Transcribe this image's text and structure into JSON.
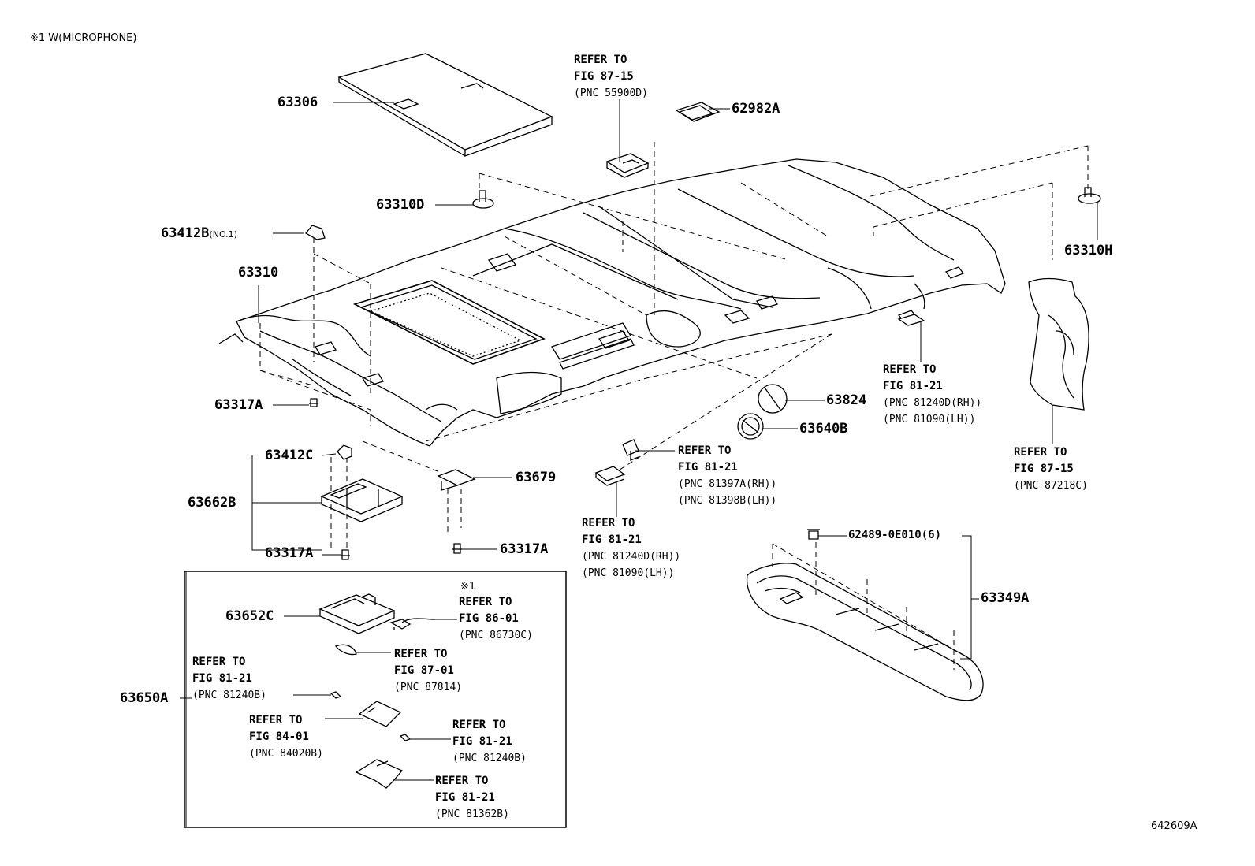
{
  "note": "※1 W(MICROPHONE)",
  "figure_id": "642609A",
  "parts": {
    "p63306": "63306",
    "p62982A": "62982A",
    "p63310D": "63310D",
    "p63412B": "63412B",
    "p63412B_suffix": "(NO.1)",
    "p63310": "63310",
    "p63317A_1": "63317A",
    "p63412C": "63412C",
    "p63662B": "63662B",
    "p63317A_2": "63317A",
    "p63679": "63679",
    "p63317A_3": "63317A",
    "p63824": "63824",
    "p63640B": "63640B",
    "p63310H": "63310H",
    "p62489": "62489-0E010(6)",
    "p63349A": "63349A",
    "p63652C": "63652C",
    "p63650A": "63650A"
  },
  "refs": {
    "r1": [
      "REFER TO",
      "FIG 87-15",
      "(PNC 55900D)"
    ],
    "r2": [
      "REFER TO",
      "FIG 81-21",
      "(PNC 81240D(RH))",
      "(PNC 81090(LH))"
    ],
    "r3": [
      "REFER TO",
      "FIG 81-21",
      "(PNC 81397A(RH))",
      "(PNC 81398B(LH))"
    ],
    "r4": [
      "REFER TO",
      "FIG 81-21",
      "(PNC 81240D(RH))",
      "(PNC 81090(LH))"
    ],
    "r5": [
      "REFER TO",
      "FIG 87-15",
      "(PNC 87218C)"
    ],
    "r6_mark": "※1",
    "r6": [
      "REFER TO",
      "FIG 86-01",
      "(PNC 86730C)"
    ],
    "r7": [
      "REFER TO",
      "FIG 87-01",
      "(PNC 87814)"
    ],
    "r8": [
      "REFER TO",
      "FIG 81-21",
      "(PNC 81240B)"
    ],
    "r9": [
      "REFER TO",
      "FIG 84-01",
      "(PNC 84020B)"
    ],
    "r10": [
      "REFER TO",
      "FIG 81-21",
      "(PNC 81240B)"
    ],
    "r11": [
      "REFER TO",
      "FIG 81-21",
      "(PNC 81362B)"
    ]
  }
}
